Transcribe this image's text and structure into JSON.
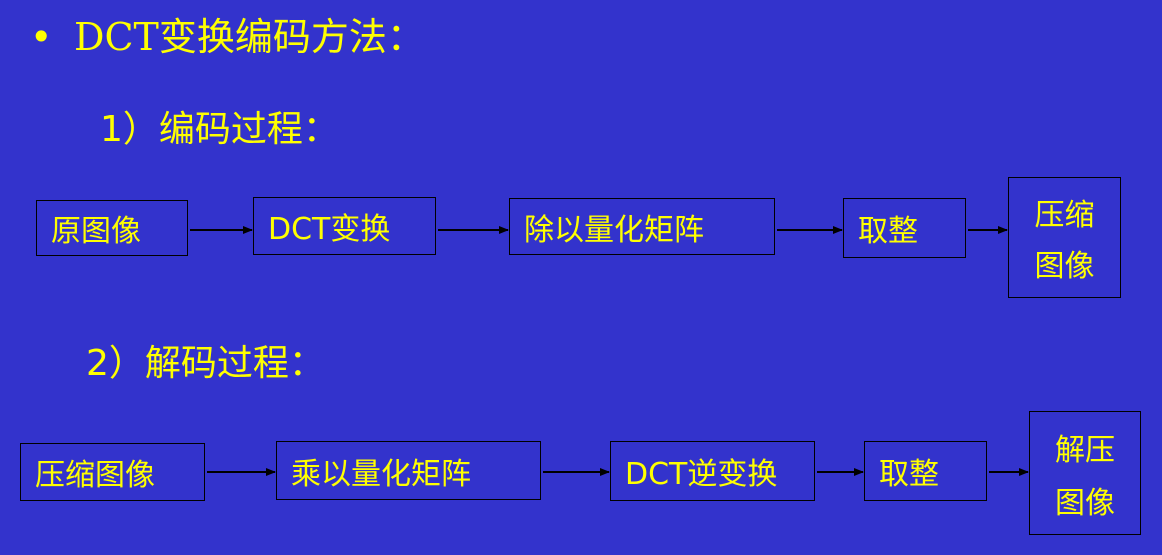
{
  "bullet": {
    "marker": "•",
    "text": "DCT变换编码方法："
  },
  "encoding": {
    "title": "1）编码过程：",
    "steps": [
      "原图像",
      "DCT变换",
      "除以量化矩阵",
      "取整"
    ],
    "final": [
      "压缩",
      "图像"
    ]
  },
  "decoding": {
    "title": "2）解码过程：",
    "steps": [
      "压缩图像",
      "乘以量化矩阵",
      "DCT逆变换",
      "取整"
    ],
    "final": [
      "解压",
      "图像"
    ]
  },
  "colors": {
    "background": "#3333cc",
    "text": "#ffff00",
    "lines": "#000000"
  }
}
